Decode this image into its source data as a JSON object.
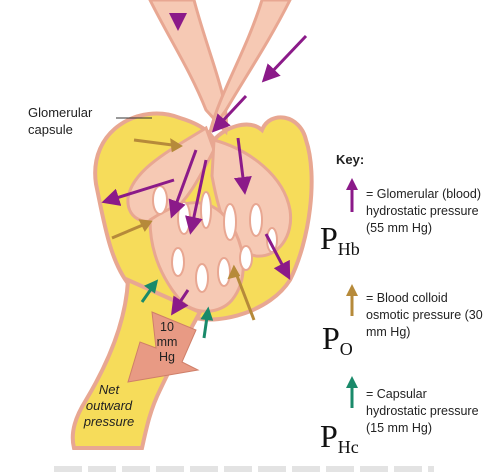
{
  "labels": {
    "glomerular_capsule": "Glomerular\ncapsule",
    "ten_mm_hg": "10\nmm\nHg",
    "net_outward": "Net\noutward\npressure"
  },
  "key": {
    "title": "Key:",
    "items": [
      {
        "symbol": "P",
        "sub": "Hb",
        "text": "= Glomerular (blood) hydrostatic pressure (55 mm Hg)",
        "color": "#8b1a89"
      },
      {
        "symbol": "P",
        "sub": "O",
        "text": "= Blood colloid osmotic pressure (30 mm Hg)",
        "color": "#b68a3a"
      },
      {
        "symbol": "P",
        "sub": "Hc",
        "text": "= Capsular hydrostatic pressure (15 mm Hg)",
        "color": "#1a8a6a"
      }
    ]
  },
  "colors": {
    "capsule_yellow": "#f6dc5a",
    "tissue_pink": "#f6c9b4",
    "tissue_edge": "#e8a792",
    "net_arrow": "#e89a84",
    "magenta": "#8b1a89",
    "tan": "#b68a3a",
    "green": "#1a8a6a"
  }
}
